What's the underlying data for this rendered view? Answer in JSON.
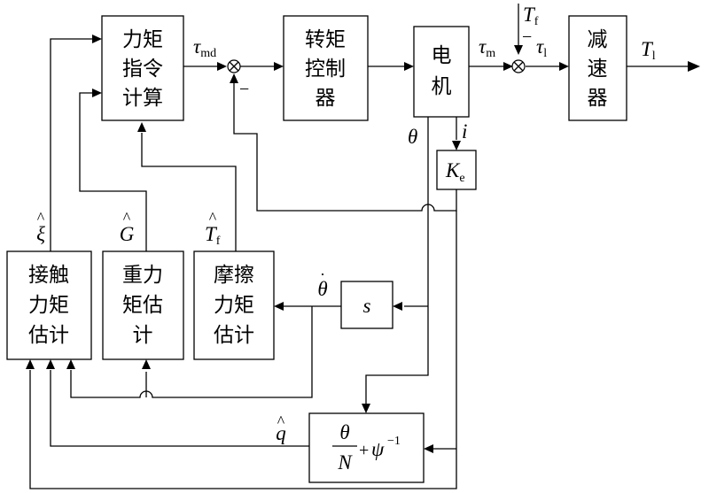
{
  "blocks": {
    "torque_cmd": [
      "力矩",
      "指令",
      "计算"
    ],
    "torque_ctrl": [
      "转矩",
      "控制",
      "器"
    ],
    "motor": [
      "电",
      "机"
    ],
    "reducer": [
      "减",
      "速",
      "器"
    ],
    "contact_est": [
      "接触",
      "力矩",
      "估计"
    ],
    "gravity_est": [
      "重力",
      "矩估",
      "计"
    ],
    "friction_est": [
      "摩擦",
      "力矩",
      "估计"
    ],
    "ke": {
      "main": "K",
      "sub": "e"
    },
    "s_block": "s",
    "q_block": {
      "num": "θ",
      "den": "N",
      "plus": "+",
      "psi": "ψ",
      "exp": "−1"
    }
  },
  "signals": {
    "tau_md": {
      "main": "τ",
      "sub": "md"
    },
    "tau_m": {
      "main": "τ",
      "sub": "m"
    },
    "tau_l": {
      "main": "τ",
      "sub": "l"
    },
    "t_l": {
      "main": "T",
      "sub": "l"
    },
    "t_f": {
      "main": "T",
      "sub": "f"
    },
    "t_f_hat": {
      "main": "T",
      "sub": "f",
      "hat": "^"
    },
    "i": "i",
    "theta": "θ",
    "theta_dot": {
      "main": "θ",
      "dot": "·"
    },
    "xi_hat": {
      "main": "ξ",
      "hat": "^"
    },
    "g_hat": {
      "main": "G",
      "hat": "^"
    },
    "q_hat": {
      "main": "q",
      "hat": "^"
    }
  },
  "signs": {
    "minus_sum1": "−",
    "minus_sum2": "−"
  }
}
